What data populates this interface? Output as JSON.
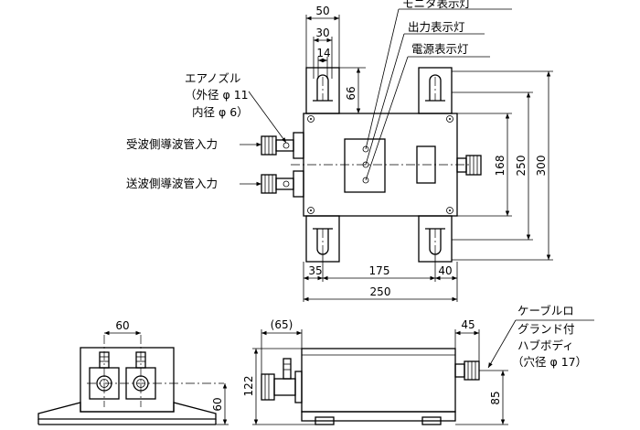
{
  "top_dims": {
    "w50": "50",
    "w30": "30",
    "w14": "14",
    "h66": "66"
  },
  "indicator_labels": {
    "monitor": "モニタ表示灯",
    "output": "出力表示灯",
    "power": "電源表示灯"
  },
  "air_nozzle": {
    "line1": "エアノズル",
    "line2": "（外径 φ 11",
    "line3": "内径 φ 6）"
  },
  "inputs": {
    "receive": "受波側導波管入力",
    "send": "送波側導波管入力"
  },
  "right_dims": {
    "h168": "168",
    "h250": "250",
    "h300": "300"
  },
  "bottom_dims": {
    "d35": "35",
    "d175": "175",
    "d40": "40",
    "d250": "250"
  },
  "front_view": {
    "w60": "60",
    "h60": "60"
  },
  "side_view": {
    "d65": "(65)",
    "h122": "122",
    "d45": "45",
    "h85": "85"
  },
  "cable_label": {
    "line1": "ケーブルロ",
    "line2": "グランド付",
    "line3": "ハブボディ",
    "line4": "（穴径 φ 17）"
  }
}
